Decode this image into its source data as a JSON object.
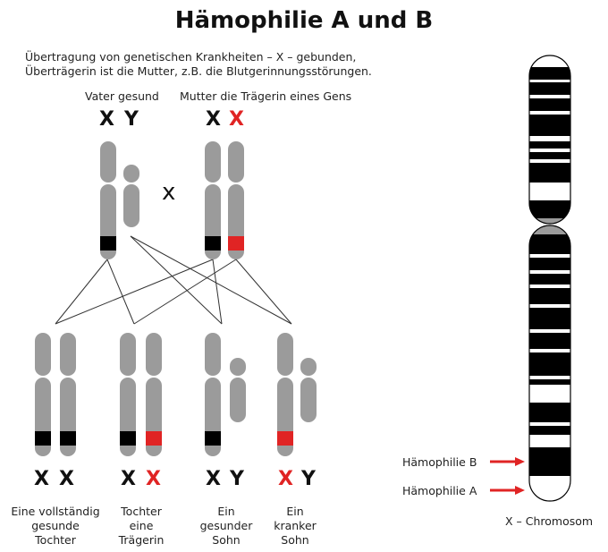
{
  "title": "Hämophilie A und B",
  "intro": {
    "line1": "Übertragung von genetischen Krankheiten – X – gebunden,",
    "line2": "Überträgerin ist die Mutter, z.B. die Blutgerinnungsstörungen."
  },
  "parents": {
    "father_label": "Vater gesund",
    "mother_label": "Mutter die Trägerin eines Gens",
    "father_symbols": [
      "X",
      "Y"
    ],
    "mother_symbols": [
      "X",
      "X"
    ],
    "cross_symbol": "x"
  },
  "children": [
    {
      "symbols": [
        "X",
        "X"
      ],
      "caption": [
        "Eine vollständig",
        "gesunde",
        "Tochter"
      ]
    },
    {
      "symbols": [
        "X",
        "X"
      ],
      "caption": [
        "Tochter",
        "eine",
        "Trägerin"
      ]
    },
    {
      "symbols": [
        "X",
        "Y"
      ],
      "caption": [
        "Ein",
        "gesunder",
        "Sohn"
      ]
    },
    {
      "symbols": [
        "X",
        "Y"
      ],
      "caption": [
        "Ein",
        "kranker",
        "Sohn"
      ]
    }
  ],
  "chromosome": {
    "caption": "X – Chromosom",
    "hemophilia_b": "Hämophilie B",
    "hemophilia_a": "Hämophilie A"
  },
  "colors": {
    "chromosome_gray": "#9b9b9b",
    "healthy_band": "#000000",
    "affected_band": "#e02424",
    "text": "#111111"
  }
}
